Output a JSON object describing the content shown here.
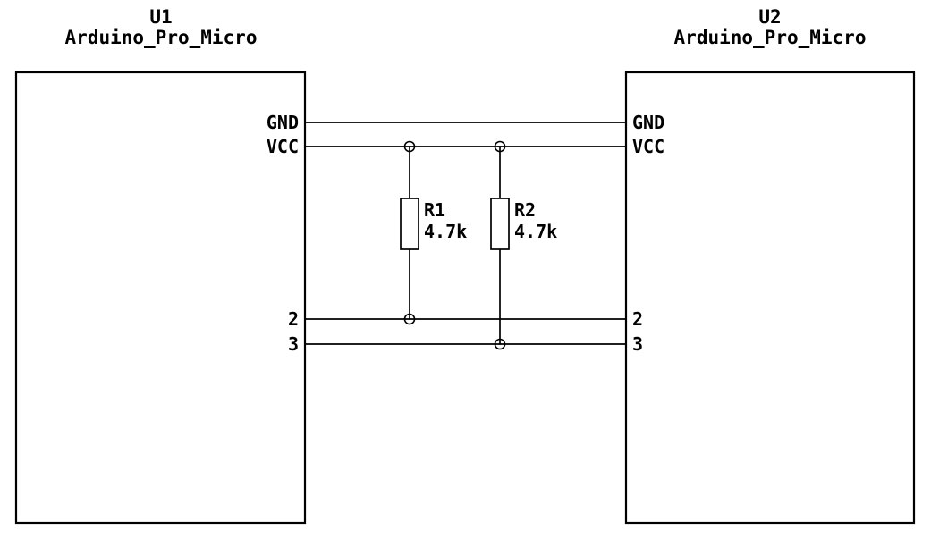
{
  "schematic": {
    "u1": {
      "ref": "U1",
      "value": "Arduino_Pro_Micro",
      "pins": [
        "GND",
        "VCC",
        "2",
        "3"
      ]
    },
    "u2": {
      "ref": "U2",
      "value": "Arduino_Pro_Micro",
      "pins": [
        "GND",
        "VCC",
        "2",
        "3"
      ]
    },
    "r1": {
      "ref": "R1",
      "value": "4.7k"
    },
    "r2": {
      "ref": "R2",
      "value": "4.7k"
    },
    "colors": {
      "stroke": "#000000",
      "background": "#ffffff"
    }
  }
}
